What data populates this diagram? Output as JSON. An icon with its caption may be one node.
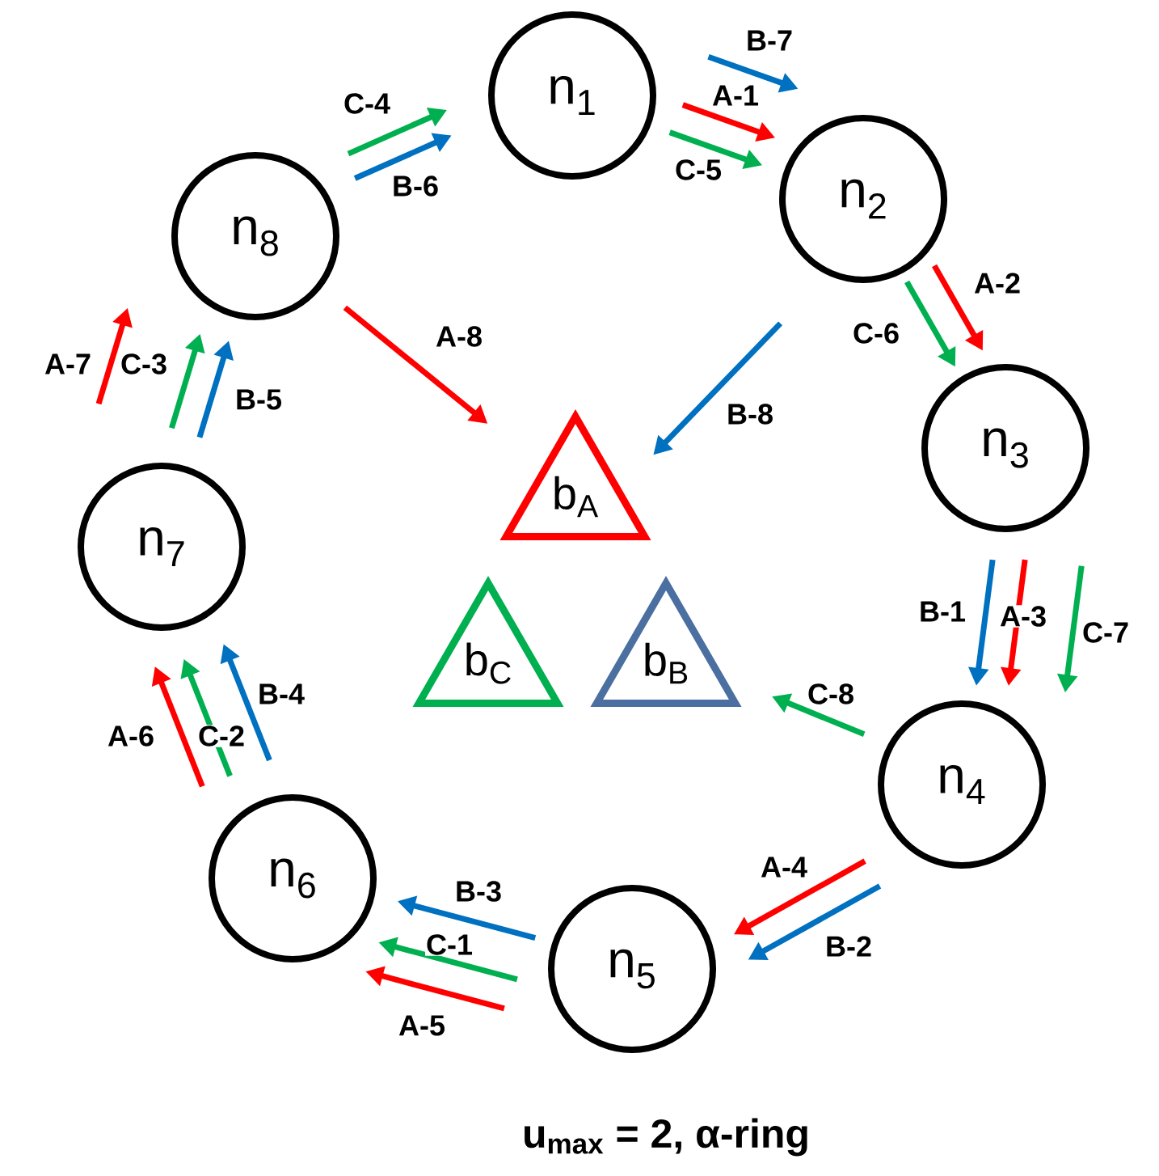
{
  "diagram": {
    "caption": "u$_{max}$ = 2, α-ring",
    "nodes": [
      {
        "text": [
          "n$_{1}$"
        ]
      },
      {
        "text": [
          "n$_{2}$"
        ]
      },
      {
        "text": [
          "n$_{3}$"
        ]
      },
      {
        "text": [
          "n$_{4}$"
        ]
      },
      {
        "text": [
          "n$_{5}$"
        ]
      },
      {
        "text": [
          "n$_{6}$"
        ]
      },
      {
        "text": [
          "n$_{7}$"
        ]
      },
      {
        "text": [
          "n$_{8}$"
        ]
      },
      {
        "text": [
          "b$_{A}$"
        ]
      },
      {
        "text": [
          "b$_{C}$"
        ]
      },
      {
        "text": [
          "b$_{B}$"
        ]
      }
    ],
    "edges": [
      {
        "from": 7,
        "to": 0,
        "arrow": "to",
        "label": "C-4",
        "color": "#00b050"
      },
      {
        "from": 7,
        "to": 0,
        "arrow": "to",
        "label": "B-6",
        "color": "#0070c0"
      },
      {
        "from": 0,
        "to": 1,
        "arrow": "to",
        "label": "B-7",
        "color": "#0070c0"
      },
      {
        "from": 0,
        "to": 1,
        "arrow": "to",
        "label": "A-1",
        "color": "#ff0000"
      },
      {
        "from": 0,
        "to": 1,
        "arrow": "to",
        "label": "C-5",
        "color": "#00b050"
      },
      {
        "from": 1,
        "to": 2,
        "arrow": "to",
        "label": "A-2",
        "color": "#ff0000"
      },
      {
        "from": 1,
        "to": 2,
        "arrow": "to",
        "label": "C-6",
        "color": "#00b050"
      },
      {
        "from": 2,
        "to": 3,
        "arrow": "to",
        "label": "B-1",
        "color": "#0070c0"
      },
      {
        "from": 2,
        "to": 3,
        "arrow": "to",
        "label": "A-3",
        "color": "#ff0000"
      },
      {
        "from": 2,
        "to": 3,
        "arrow": "to",
        "label": "C-7",
        "color": "#00b050"
      },
      {
        "from": 3,
        "to": 4,
        "arrow": "to",
        "label": "A-4",
        "color": "#ff0000"
      },
      {
        "from": 3,
        "to": 4,
        "arrow": "to",
        "label": "B-2",
        "color": "#0070c0"
      },
      {
        "from": 4,
        "to": 5,
        "arrow": "to",
        "label": "B-3",
        "color": "#0070c0"
      },
      {
        "from": 4,
        "to": 5,
        "arrow": "to",
        "label": "C-1",
        "color": "#00b050"
      },
      {
        "from": 4,
        "to": 5,
        "arrow": "to",
        "label": "A-5",
        "color": "#ff0000"
      },
      {
        "from": 5,
        "to": 6,
        "arrow": "to",
        "label": "A-6",
        "color": "#ff0000"
      },
      {
        "from": 5,
        "to": 6,
        "arrow": "to",
        "label": "C-2",
        "color": "#00b050"
      },
      {
        "from": 5,
        "to": 6,
        "arrow": "to",
        "label": "B-4",
        "color": "#0070c0"
      },
      {
        "from": 6,
        "to": 7,
        "arrow": "to",
        "label": "A-7",
        "color": "#ff0000"
      },
      {
        "from": 6,
        "to": 7,
        "arrow": "to",
        "label": "C-3",
        "color": "#00b050"
      },
      {
        "from": 6,
        "to": 7,
        "arrow": "to",
        "label": "B-5",
        "color": "#0070c0"
      },
      {
        "from": 7,
        "to": 8,
        "arrow": "to",
        "label": "A-8",
        "color": "#ff0000"
      },
      {
        "from": 1,
        "to": 8,
        "arrow": "to",
        "label": "B-8",
        "color": "#0070c0"
      },
      {
        "from": 3,
        "to": 10,
        "arrow": "to",
        "label": "C-8",
        "color": "#00b050"
      }
    ]
  }
}
